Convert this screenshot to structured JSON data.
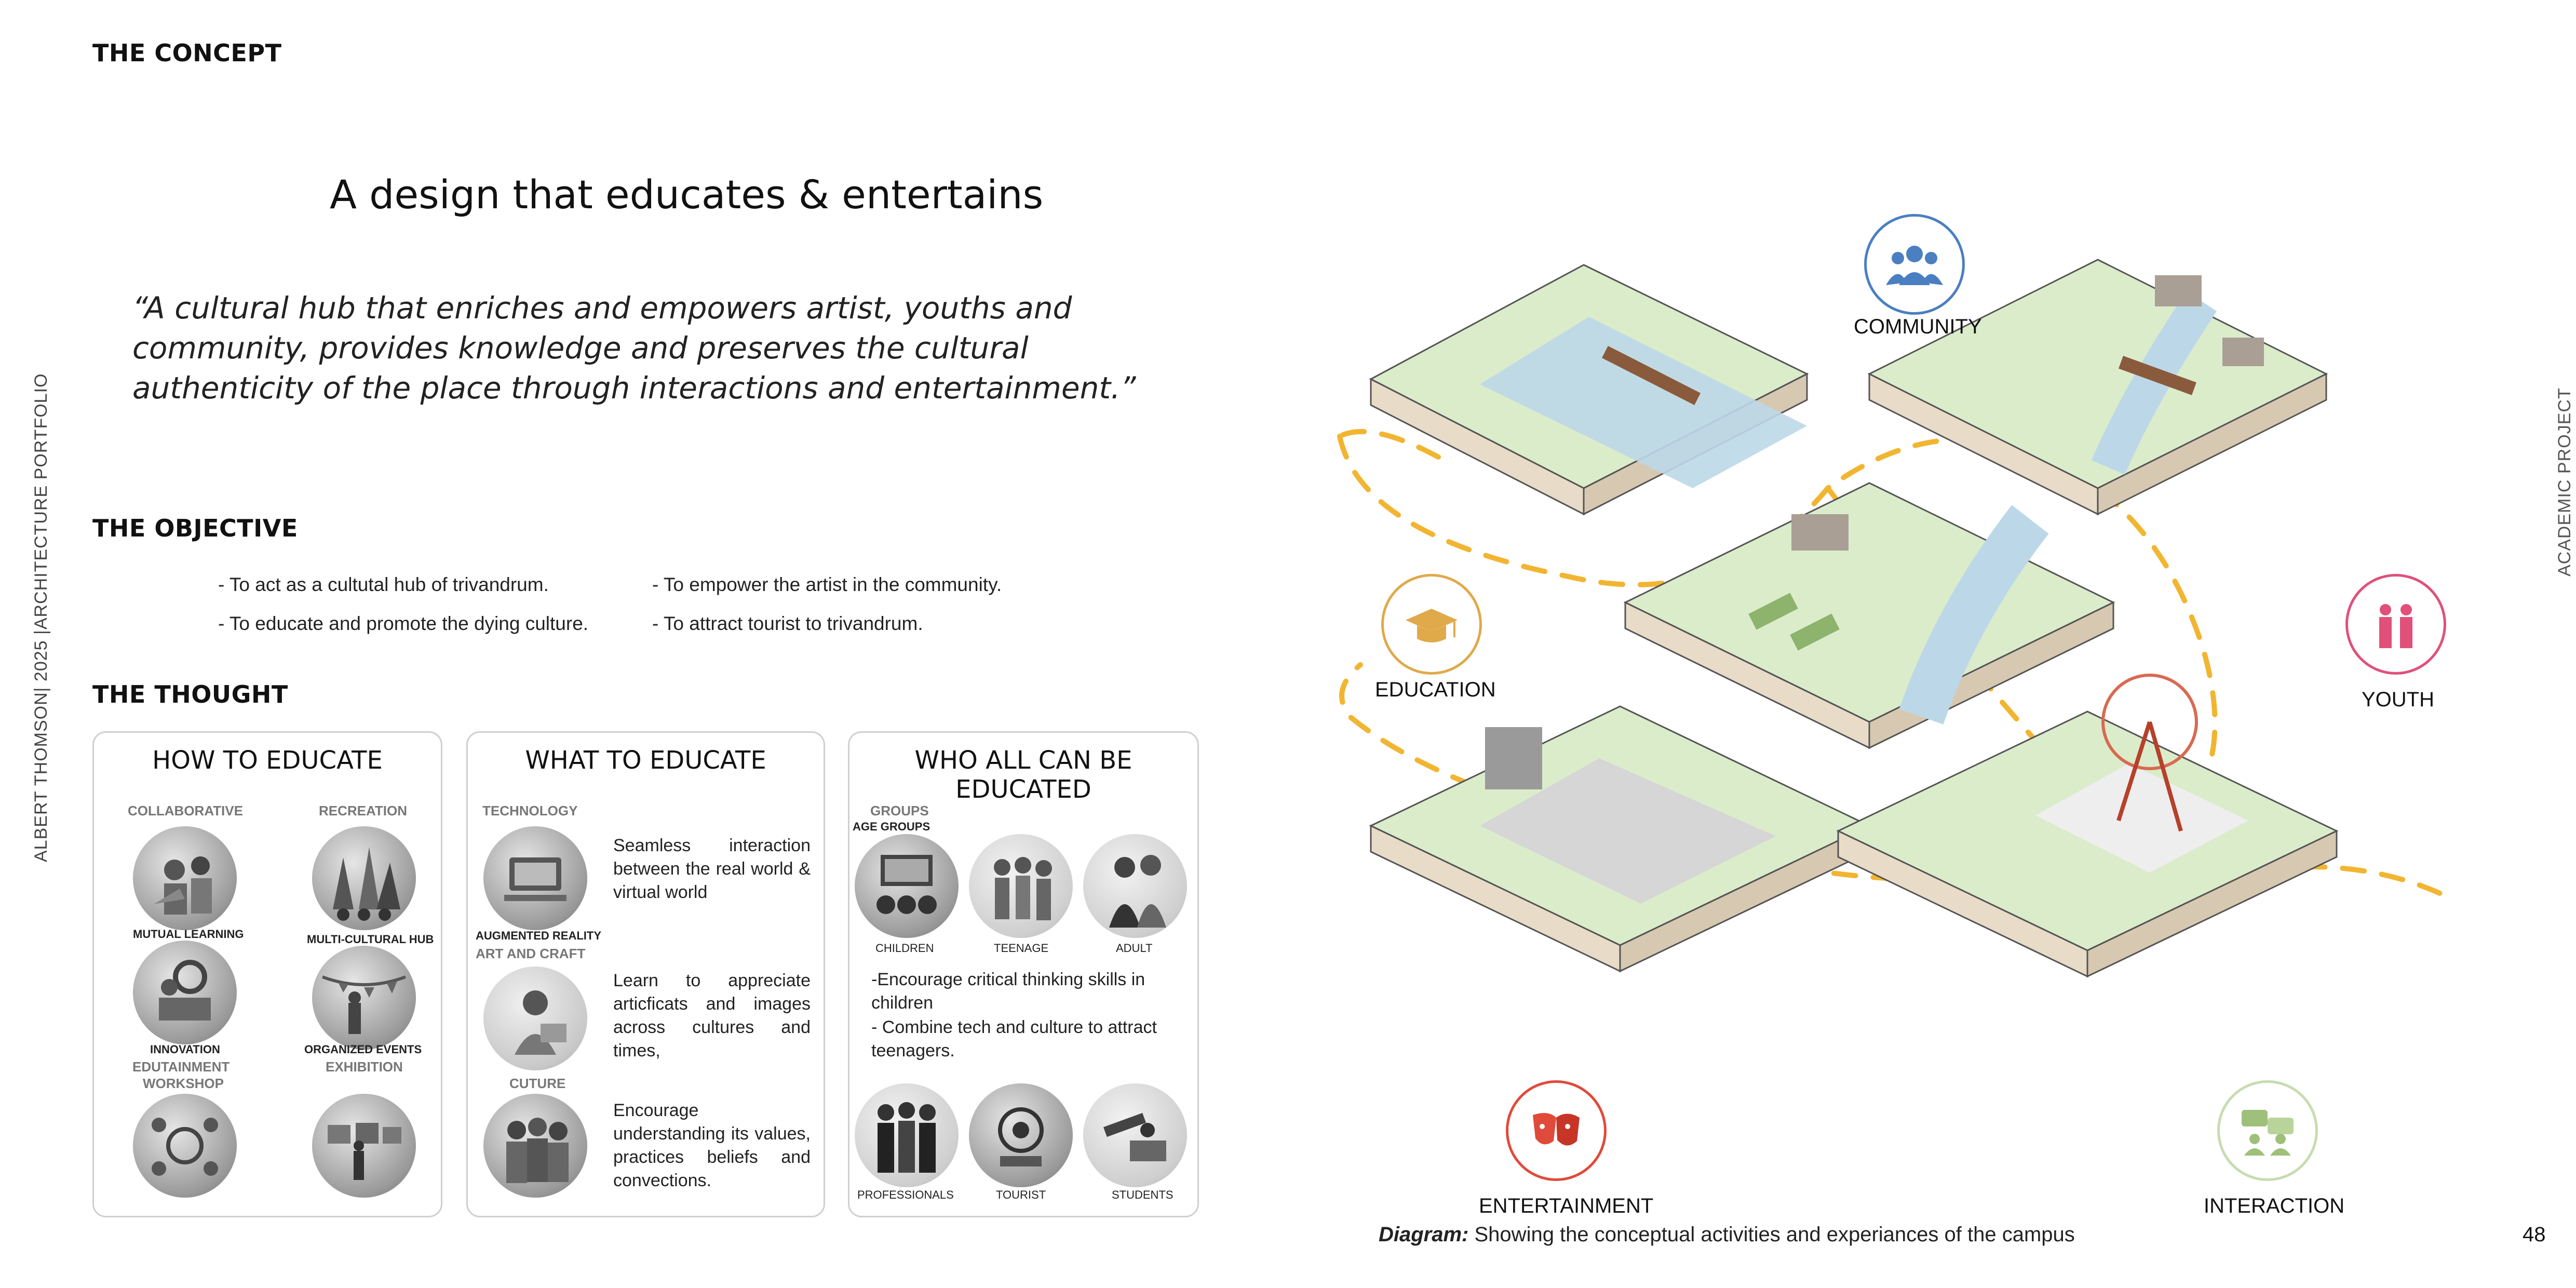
{
  "header": {
    "concept_title": "THE CONCEPT"
  },
  "side": {
    "left_vertical": "ALBERT THOMSON| 2025 |ARCHITECTURE PORTFOLIO",
    "right_vertical": "ACADEMIC PROJECT"
  },
  "headline": "A design that educates & entertains",
  "quote": "“A cultural hub that enriches and empowers artist, youths and community, provides knowledge and preserves the cultural authenticity of the place through interactions and entertainment.”",
  "objective": {
    "title": "THE OBJECTIVE",
    "items": [
      "- To act as a cultutal hub of trivandrum.",
      "- To educate and promote the dying culture.",
      "- To empower the artist in the community.",
      "- To attract tourist to trivandrum."
    ]
  },
  "thought": {
    "title": "THE THOUGHT",
    "how": {
      "title": "HOW TO EDUCATE",
      "collaborative": "COLLABORATIVE",
      "recreation": "RECREATION",
      "mutual_learning": "MUTUAL LEARNING",
      "multi_cultural_hub": "MULTI-CULTURAL HUB",
      "innovation": "INNOVATION",
      "organized_events": "ORGANIZED EVENTS",
      "edutainment_workshop_1": "EDUTAINMENT",
      "edutainment_workshop_2": "WORKSHOP",
      "exhibition": "EXHIBITION"
    },
    "what": {
      "title": "WHAT TO EDUCATE",
      "technology": "TECHNOLOGY",
      "technology_desc": "Seamless interaction between the real world & virtual world",
      "augmented_reality": "AUGMENTED REALITY",
      "art_and_craft": "ART AND CRAFT",
      "art_desc": "Learn to appreciate articficats and images across cultures and times,",
      "culture": "CUTURE",
      "culture_desc": "Encourage understanding its values, practices beliefs and convections."
    },
    "who": {
      "title": "WHO ALL CAN BE EDUCATED",
      "groups": "GROUPS",
      "age_groups": "AGE GROUPS",
      "children": "CHILDREN",
      "teenage": "TEENAGE",
      "adult": "ADULT",
      "desc_1": "-Encourage critical thinking skills in children",
      "desc_2": "- Combine tech and culture to attract teenagers.",
      "professionals": "PROFESSIONALS",
      "tourist": "TOURIST",
      "students": "STUDENTS"
    }
  },
  "diagram": {
    "community": "COMMUNITY",
    "education": "EDUCATION",
    "youth": "YOUTH",
    "entertainment": "ENTERTAINMENT",
    "interaction": "INTERACTION",
    "caption_bold": "Diagram:",
    "caption_rest": " Showing the conceptual activities and experiances of the campus",
    "colors": {
      "community": "#4a7fc1",
      "education": "#e0a94a",
      "youth": "#e0507a",
      "entertainment": "#e04a3a",
      "interaction": "#9ec07a",
      "path": "#f2b531",
      "ground": "#dbeccb",
      "water": "#bcd8e8"
    }
  },
  "page_number": "48"
}
